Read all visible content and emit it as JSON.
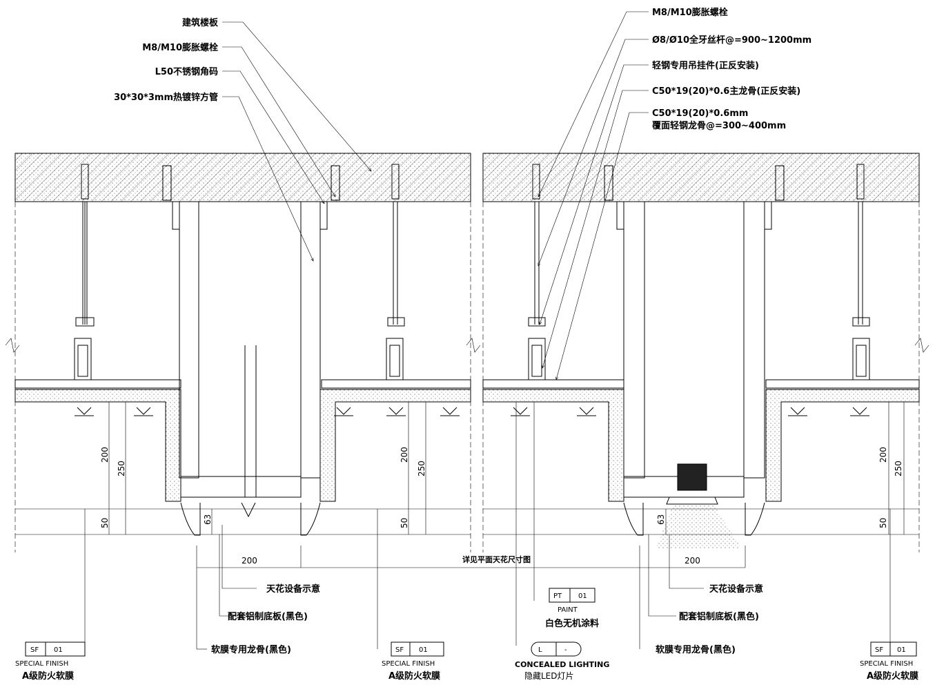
{
  "left_callouts": [
    "建筑楼板",
    "M8/M10膨胀螺栓",
    "L50不锈钢角码",
    "30*30*3mm热镀锌方管"
  ],
  "right_callouts": [
    "M8/M10膨胀螺栓",
    "Ø8/Ø10全牙丝杆@=900~1200mm",
    "轻钢专用吊挂件(正反安装)",
    "C50*19(20)*0.6主龙骨(正反安装)",
    "C50*19(20)*0.6mm",
    "覆面轻钢龙骨@=300~400mm"
  ],
  "dims": {
    "d200": "200",
    "d250": "250",
    "d50": "50",
    "d63": "63"
  },
  "center_note": "详见平面天花尺寸图",
  "bottom_left": {
    "equip": "天花设备示意",
    "base": "配套铝制底板(黑色)",
    "keel": "软膜专用龙骨(黑色)"
  },
  "bottom_right": {
    "equip": "天花设备示意",
    "base": "配套铝制底板(黑色)",
    "keel": "软膜专用龙骨(黑色)"
  },
  "sf_tag": {
    "code": "SF",
    "num": "01",
    "title": "SPECIAL FINISH",
    "desc": "A级防火软膜"
  },
  "pt_tag": {
    "code": "PT",
    "num": "01",
    "title": "PAINT",
    "desc": "白色无机涂料"
  },
  "l_tag": {
    "code": "L",
    "num": "-",
    "title": "CONCEALED LIGHTING",
    "desc": "隐藏LED灯片"
  }
}
